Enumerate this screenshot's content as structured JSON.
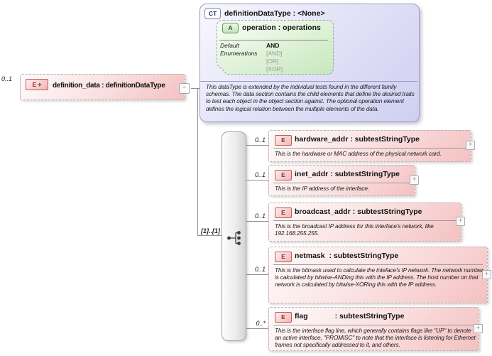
{
  "root": {
    "occurrence": "0..1",
    "icon_letter": "E",
    "icon_plus": "+",
    "title": "definition_data : definitionDataType",
    "collapse_glyph": "−"
  },
  "complex_type": {
    "icon": "CT",
    "title": "definitionDataType : <None>",
    "attribute": {
      "icon": "A",
      "title": "operation : operations",
      "default_label": "Default",
      "default_value": "AND",
      "enumerations_label": "Enumerations",
      "enumerations": [
        "[AND]",
        "[OR]",
        "[XOR]"
      ]
    },
    "description": "This dataType is extended by the individual tests found in the different family schemas.  The data section contains the child elements that define the desired traits to test each object in the object section against.  The optional operation element defines the logical relation between the multiple elements of the data."
  },
  "sequence": {
    "occurrence_label": "[1]..[1]",
    "icon": "sequence-compositor"
  },
  "children": [
    {
      "occurrence": "0..1",
      "icon": "E",
      "title": "hardware_addr : subtestStringType",
      "description": "This is the hardware or MAC address of the physical network card.",
      "expand_glyph": "+"
    },
    {
      "occurrence": "0..1",
      "icon": "E",
      "title": "inet_addr : subtestStringType",
      "description": "This is the IP address of the interface.",
      "expand_glyph": "+"
    },
    {
      "occurrence": "0..1",
      "icon": "E",
      "title": "broadcast_addr : subtestStringType",
      "description": "This is the broadcast IP address for this interface's network, like 192.168.255.255.",
      "expand_glyph": "+"
    },
    {
      "occurrence": "0..1",
      "icon": "E",
      "title": "netmask  : subtestStringType",
      "description": "This is the bitmask used to calculate the inteface's IP network.  The network number is calculated by bitwise-ANDing this with the IP address. The host number on that network is calculated by bitwise-XORing this with the IP address.",
      "expand_glyph": "+"
    },
    {
      "occurrence": "0..*",
      "icon": "E",
      "title": "flag             : subtestStringType",
      "description": "This is the interface flag line, which generally contains flags like \"UP\" to denote an active interface, \"PROMISC\" to note that the interface is listening for Ethernet frames not specifically addressed to it, and others.",
      "expand_glyph": "+"
    }
  ],
  "colors": {
    "complex_type_fill": "#d9d9f4",
    "complex_type_border": "#9c9cc4",
    "attribute_fill": "#d6efd0",
    "attribute_border": "#9aa89a",
    "element_fill": "#f6c6c6",
    "element_border": "#b3b3b3",
    "element_icon_border": "#b65c5c",
    "connector_line": "#8f8f8f",
    "enumeration_text": "#9a9a9a"
  }
}
